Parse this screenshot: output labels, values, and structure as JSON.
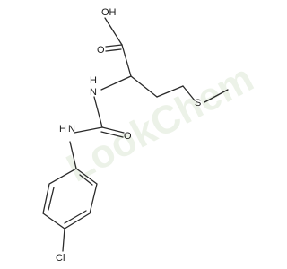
{
  "watermark": {
    "text": "LookChem",
    "color": "#cfe0c6"
  },
  "molecule": {
    "atoms": {
      "hydroxyl": "OH",
      "carbonyl_acid": "O",
      "amine_upper": "H",
      "amine_upper_n": "N",
      "amine_lower": "H",
      "amine_lower_n": "N",
      "carbonyl_urea": "O",
      "sulfur": "S",
      "chlorine": "Cl"
    }
  }
}
